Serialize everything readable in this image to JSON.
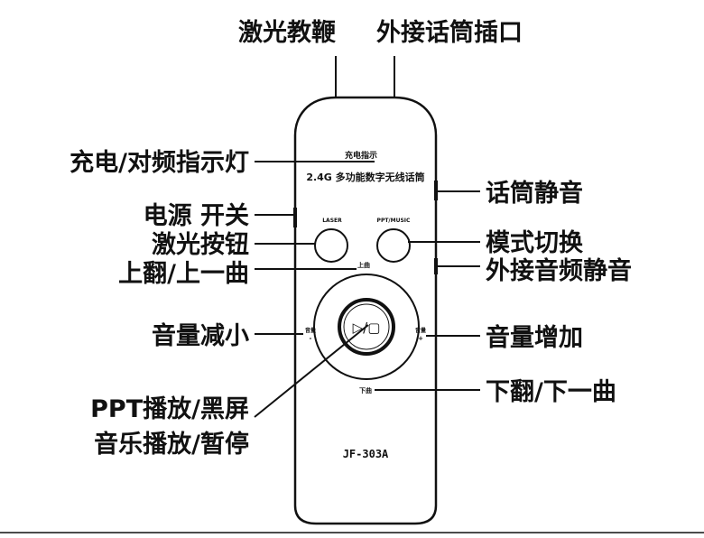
{
  "callouts": {
    "laser_pointer": "激光教鞭",
    "mic_jack": "外接话筒插口",
    "charge_freq_indicator": "充电/对频指示灯",
    "power_switch": "电源 开关",
    "laser_button": "激光按钮",
    "page_up": "上翻/上一曲",
    "volume_down": "音量减小",
    "ppt_play": "PPT播放/黑屏",
    "music_play": "音乐播放/暂停",
    "mic_mute": "话筒静音",
    "mode_switch": "模式切换",
    "ext_audio_mute": "外接音频静音",
    "volume_up": "音量增加",
    "page_down": "下翻/下一曲"
  },
  "device": {
    "indicator_label": "充电指示",
    "product_name": "2.4G 多功能数字无线话筒",
    "laser_btn_label": "LASER",
    "mode_btn_label": "PPT/MUSIC",
    "up_label": "上曲",
    "down_label": "下曲",
    "vol_minus_label": "音量",
    "vol_minus_sign": "-",
    "vol_plus_label": "音量",
    "vol_plus_sign": "+",
    "play_symbol": "▷/▢",
    "model": "JF-303A"
  }
}
